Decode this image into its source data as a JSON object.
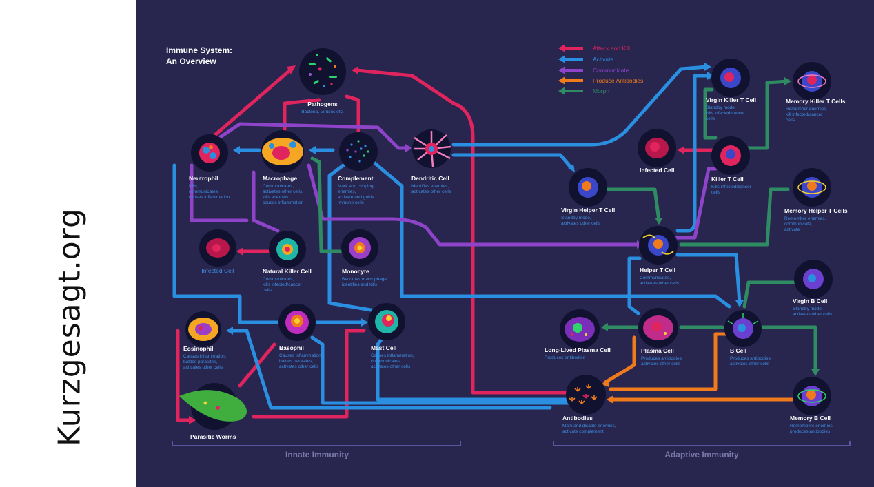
{
  "watermark": "Kurzgesagt.org",
  "title": {
    "line1": "Immune System:",
    "line2": "An Overview"
  },
  "legend": [
    {
      "label": "Attack and Kill",
      "color": "#e0245e"
    },
    {
      "label": "Activate",
      "color": "#2a8fe0"
    },
    {
      "label": "Communicate",
      "color": "#8e44c9"
    },
    {
      "label": "Produce Antibodies",
      "color": "#f07b1d"
    },
    {
      "label": "Morph",
      "color": "#2e8b62"
    }
  ],
  "cells": {
    "pathogens": {
      "name": "Pathogens",
      "desc": [
        "Bacteria, Viruses etc."
      ]
    },
    "neutrophil": {
      "name": "Neutrophil",
      "desc": [
        "Kills,",
        "communicates,",
        "causes inflammation"
      ]
    },
    "macrophage": {
      "name": "Macrophage",
      "desc": [
        "Communicates,",
        "activates other cells,",
        "kills enemies,",
        "causes inflammation"
      ]
    },
    "complement": {
      "name": "Complement",
      "desc": [
        "Mark and cripping",
        "enemies,",
        "activate and guide",
        "immune cells"
      ]
    },
    "dendritic": {
      "name": "Dendritic Cell",
      "desc": [
        "Identifies enemies,",
        "activates other cells"
      ]
    },
    "infected_left": {
      "name": "Infected Cell"
    },
    "nk": {
      "name": "Natural Killer Cell",
      "desc": [
        "Communicates,",
        "kills infected/cancer",
        "cells"
      ]
    },
    "monocyte": {
      "name": "Monocyte",
      "desc": [
        "Becomes macrophage,",
        "identifies and kills"
      ]
    },
    "eosinophil": {
      "name": "Eosinophil",
      "desc": [
        "Causes inflammation,",
        "battles parasites,",
        "activates other cells"
      ]
    },
    "basophil": {
      "name": "Basophil",
      "desc": [
        "Causes inflammation,",
        "battles parasites,",
        "activates other cells"
      ]
    },
    "mast": {
      "name": "Mast Cell",
      "desc": [
        "Causes inflammation,",
        "communicates,",
        "activates other cells"
      ]
    },
    "worms": {
      "name": "Parasitic Worms"
    },
    "virgin_killer": {
      "name": "Virgin Killer T Cell",
      "desc": [
        "Standby mode,",
        "kills infected/cancer",
        "cells"
      ]
    },
    "memory_killer": {
      "name": "Memory Killer T Cells",
      "desc": [
        "Remember enemies,",
        "kill infected/cancer",
        "cells"
      ]
    },
    "infected_right": {
      "name": "Infected Cell"
    },
    "killer_t": {
      "name": "Killer T Cell",
      "desc": [
        "Kills infected/cancer",
        "cells"
      ]
    },
    "virgin_helper": {
      "name": "Virgin Helper T Cell",
      "desc": [
        "Standby mode,",
        "activates other cells"
      ]
    },
    "memory_helper": {
      "name": "Memory Helper T Cells",
      "desc": [
        "Remember enemies,",
        "communicate,",
        "activate"
      ]
    },
    "helper_t": {
      "name": "Helper T Cell",
      "desc": [
        "Communicates,",
        "activates other cells"
      ]
    },
    "virgin_b": {
      "name": "Virgin B Cell",
      "desc": [
        "Standby mode,",
        "activates other cells"
      ]
    },
    "long_plasma": {
      "name": "Long-Lived Plasma Cell",
      "desc": [
        "Produces antibodies"
      ]
    },
    "plasma": {
      "name": "Plasma Cell",
      "desc": [
        "Produces antibodies,",
        "activates other cells"
      ]
    },
    "b_cell": {
      "name": "B Cell",
      "desc": [
        "Produces antibodies,",
        "activates other cells"
      ]
    },
    "antibodies": {
      "name": "Antibodies",
      "desc": [
        "Mark and disable enemies,",
        "activate complement"
      ]
    },
    "memory_b": {
      "name": "Memory B Cell",
      "desc": [
        "Remembers enemies,",
        "produces antibodies"
      ]
    }
  },
  "sections": {
    "innate": "Innate Immunity",
    "adaptive": "Adaptive Immunity"
  },
  "colors": {
    "background": "#28254f",
    "attack": "#e0245e",
    "activate": "#2a8fe0",
    "communicate": "#8e44c9",
    "antibodies": "#f07b1d",
    "morph": "#2e8b62",
    "description_text": "#3f8fe0"
  }
}
